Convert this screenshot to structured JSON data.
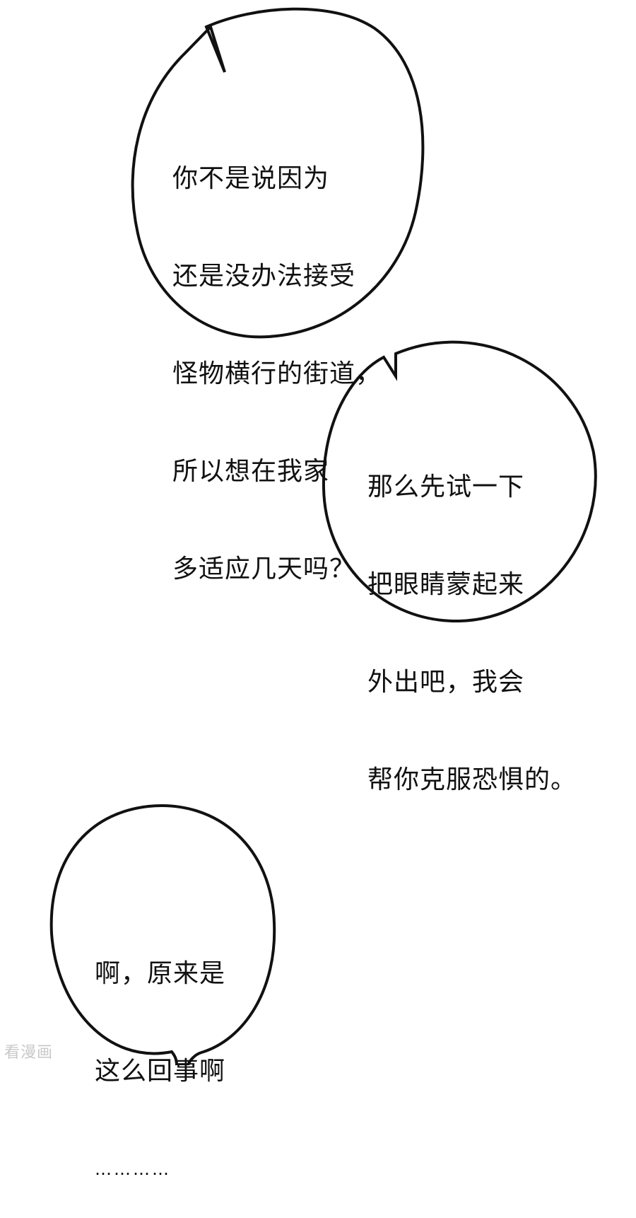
{
  "panel": {
    "background_color": "#ffffff",
    "ink_color": "#111111",
    "bubbles": [
      {
        "id": "bubble-1",
        "lines": [
          "你不是说因为",
          "还是没办法接受",
          "怪物横行的街道，",
          "所以想在我家",
          "多适应几天吗？"
        ]
      },
      {
        "id": "bubble-2",
        "lines": [
          "那么先试一下",
          "把眼睛蒙起来",
          "外出吧，我会",
          "帮你克服恐惧的。"
        ]
      },
      {
        "id": "bubble-3",
        "lines": [
          "啊，原来是",
          "这么回事啊",
          "…………"
        ]
      }
    ]
  },
  "watermark": {
    "text": "看漫画",
    "color": "#c8c8c8"
  }
}
